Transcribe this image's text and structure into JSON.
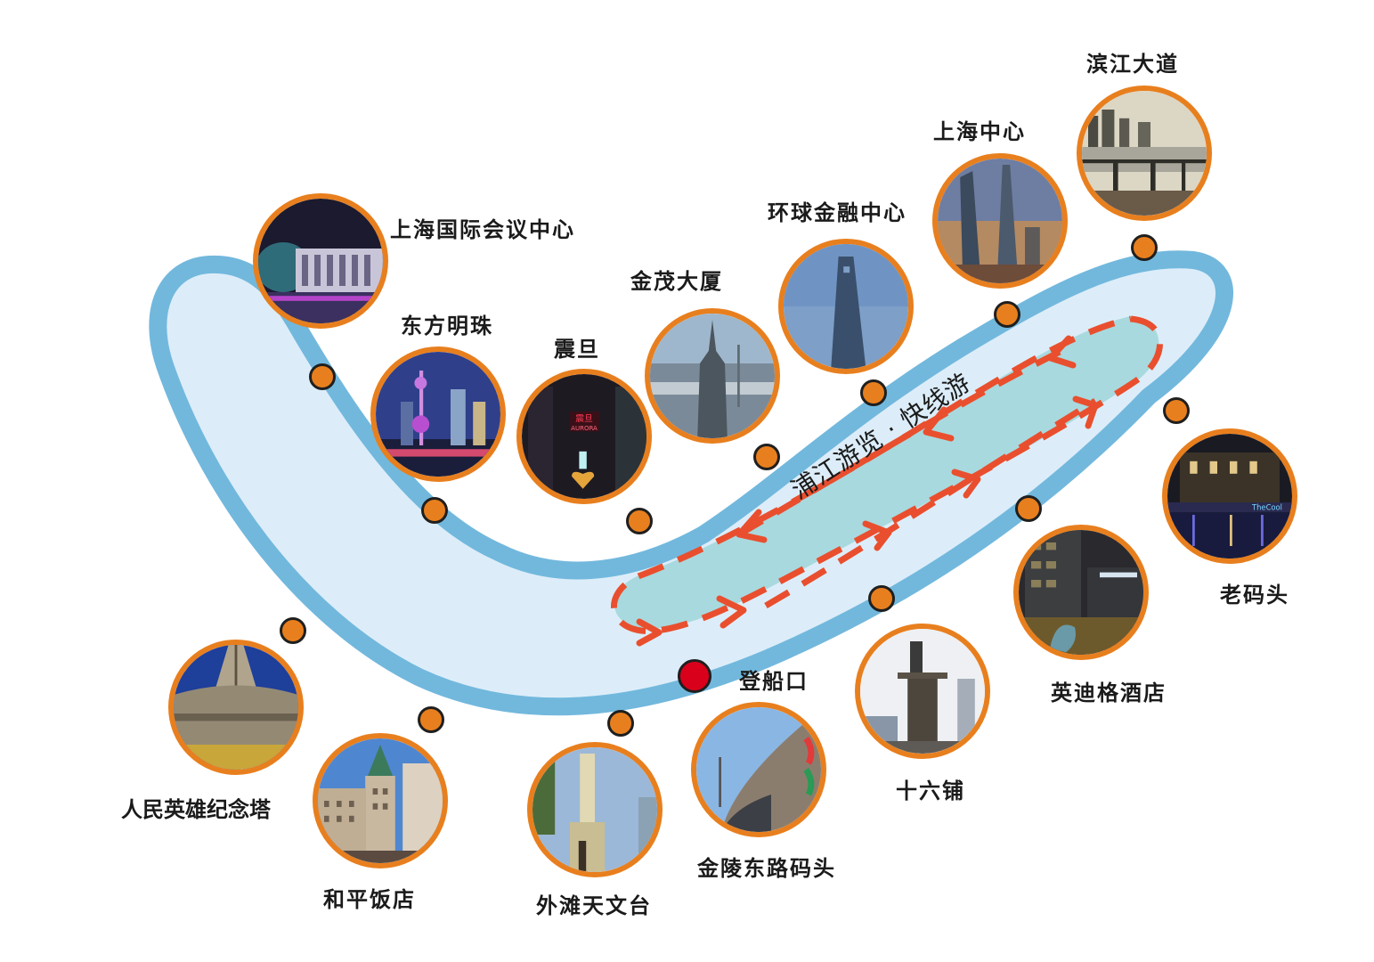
{
  "route": {
    "title": "浦江游览 · 快线游",
    "boarding_label": "登船口",
    "colors": {
      "river_fill": "#dcedf9",
      "river_border": "#72b8dd",
      "route_fill": "#a8d9de",
      "route_dash": "#e94f2e",
      "marker": "#e87f1e",
      "marker_outline": "#1f1f1f",
      "boarding": "#d9001b"
    }
  },
  "landmarks": [
    {
      "name": "上海国际会议中心",
      "side": "north"
    },
    {
      "name": "东方明珠",
      "side": "north"
    },
    {
      "name": "震旦",
      "side": "north"
    },
    {
      "name": "金茂大厦",
      "side": "north"
    },
    {
      "name": "环球金融中心",
      "side": "north"
    },
    {
      "name": "上海中心",
      "side": "north"
    },
    {
      "name": "滨江大道",
      "side": "north"
    },
    {
      "name": "老码头",
      "side": "south"
    },
    {
      "name": "英迪格酒店",
      "side": "south"
    },
    {
      "name": "十六铺",
      "side": "south"
    },
    {
      "name": "金陵东路码头",
      "side": "south"
    },
    {
      "name": "外滩天文台",
      "side": "south"
    },
    {
      "name": "和平饭店",
      "side": "south"
    },
    {
      "name": "人民英雄纪念塔",
      "side": "south"
    }
  ],
  "photo_signs": {
    "aurora_cn": "震旦",
    "aurora_en": "AURORA",
    "laomatou_sign": "TheCool"
  }
}
